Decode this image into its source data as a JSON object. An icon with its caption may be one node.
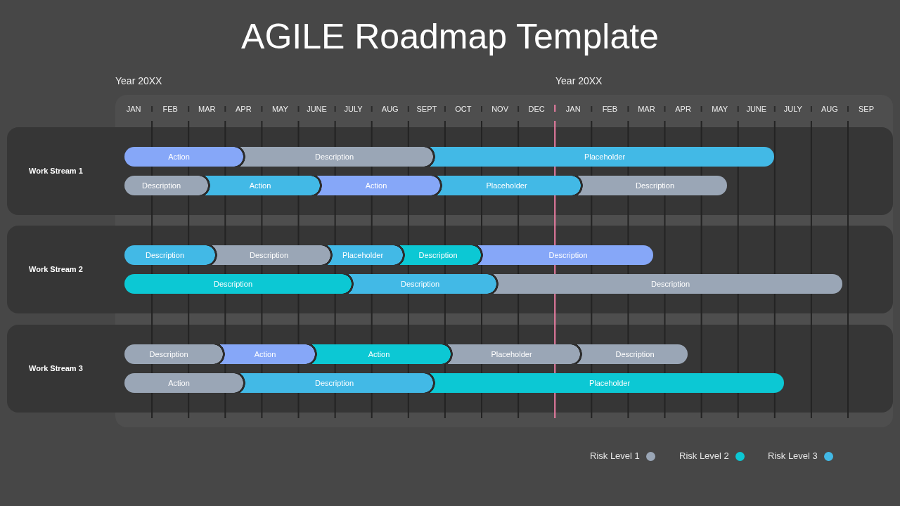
{
  "diagram": {
    "title": "AGILE Roadmap Template",
    "nodes": [
      {
        "text": [
          "Work Stream 1"
        ]
      },
      {
        "text": [
          "Action"
        ],
        "in": 0
      },
      {
        "text": [
          "Description"
        ],
        "in": 0
      },
      {
        "text": [
          "Placeholder"
        ],
        "in": 0
      },
      {
        "text": [
          "Description"
        ],
        "in": 0
      },
      {
        "text": [
          "Action"
        ],
        "in": 0
      },
      {
        "text": [
          "Action"
        ],
        "in": 0
      },
      {
        "text": [
          "Placeholder"
        ],
        "in": 0
      },
      {
        "text": [
          "Description"
        ],
        "in": 0
      },
      {
        "text": [
          "Work Stream 2"
        ]
      },
      {
        "text": [
          "Description"
        ],
        "in": 9
      },
      {
        "text": [
          "Description"
        ],
        "in": 9
      },
      {
        "text": [
          "Placeholder"
        ],
        "in": 9
      },
      {
        "text": [
          "Description"
        ],
        "in": 9
      },
      {
        "text": [
          "Description"
        ],
        "in": 9
      },
      {
        "text": [
          "Description"
        ],
        "in": 9
      },
      {
        "text": [
          "Description"
        ],
        "in": 9
      },
      {
        "text": [
          "Description"
        ],
        "in": 9
      },
      {
        "text": [
          "Work Stream 3"
        ]
      },
      {
        "text": [
          "Description"
        ],
        "in": 18
      },
      {
        "text": [
          "Action"
        ],
        "in": 18
      },
      {
        "text": [
          "Action"
        ],
        "in": 18
      },
      {
        "text": [
          "Placeholder"
        ],
        "in": 18
      },
      {
        "text": [
          "Description"
        ],
        "in": 18
      },
      {
        "text": [
          "Action"
        ],
        "in": 18
      },
      {
        "text": [
          "Description"
        ],
        "in": 18
      },
      {
        "text": [
          "Placeholder"
        ],
        "in": 18
      }
    ],
    "labels": [
      "Year 20XX",
      "Year 20XX",
      "JAN",
      "FEB",
      "MAR",
      "APR",
      "MAY",
      "JUNE",
      "JULY",
      "AUG",
      "SEPT",
      "OCT",
      "NOV",
      "DEC",
      "JAN",
      "FEB",
      "MAR",
      "APR",
      "MAY",
      "JUNE",
      "JULY",
      "AUG",
      "SEP"
    ],
    "legend": [
      {
        "text": "Risk Level 1",
        "color": "#9aa6b6"
      },
      {
        "text": "Risk Level 2",
        "color": "#0cc8d4"
      },
      {
        "text": "Risk Level 3",
        "color": "#42b9e6"
      }
    ]
  }
}
